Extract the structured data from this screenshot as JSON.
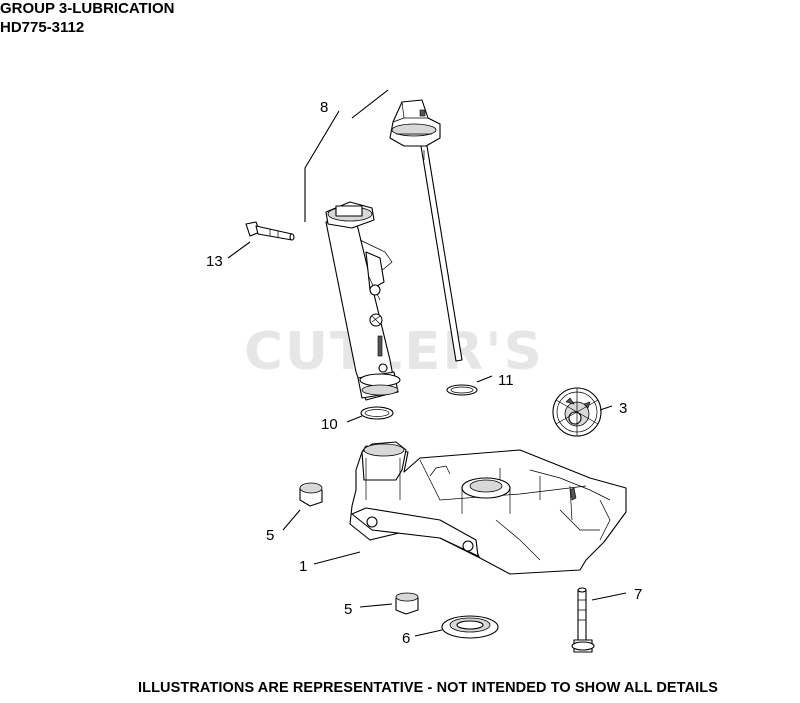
{
  "header": {
    "line1": "GROUP 3-LUBRICATION",
    "line2": "HD775-3112"
  },
  "watermark": "CUTLER'S",
  "footer": "ILLUSTRATIONS ARE REPRESENTATIVE - NOT INTENDED TO SHOW ALL DETAILS",
  "callouts": {
    "c8": "8",
    "c13": "13",
    "c11": "11",
    "c3": "3",
    "c10": "10",
    "c5a": "5",
    "c1": "1",
    "c7": "7",
    "c5b": "5",
    "c6": "6"
  }
}
